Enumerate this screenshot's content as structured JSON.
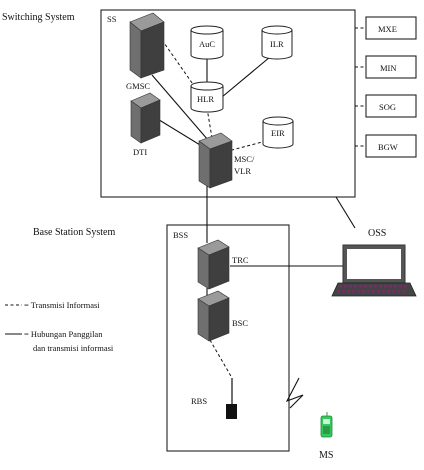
{
  "regions": {
    "switching_system": {
      "title": "Switching System",
      "code": "SS"
    },
    "base_station_system": {
      "title": "Base Station System",
      "code": "BSS"
    }
  },
  "nodes": {
    "gmsc": "GMSC",
    "dti": "DTI",
    "msc_vlr_line1": "MSC/",
    "msc_vlr_line2": "VLR",
    "auc": "AuC",
    "ilr": "ILR",
    "hlr": "HLR",
    "eir": "EIR",
    "trc": "TRC",
    "bsc": "BSC",
    "rbs": "RBS",
    "ms": "MS",
    "oss": "OSS"
  },
  "external": [
    "MXE",
    "MIN",
    "SOG",
    "BGW"
  ],
  "legend": {
    "dashed_label": "= Transmisi Informasi",
    "solid_label_line1": "= Hubungan Panggilan",
    "solid_label_line2": "dan transmisi informasi"
  },
  "colors": {
    "node_front": "#6f6f6f",
    "node_side": "#3f3f3f",
    "node_top": "#9a9a9a",
    "laptop_keys": "#7a2a6a",
    "phone": "#35c85a"
  }
}
